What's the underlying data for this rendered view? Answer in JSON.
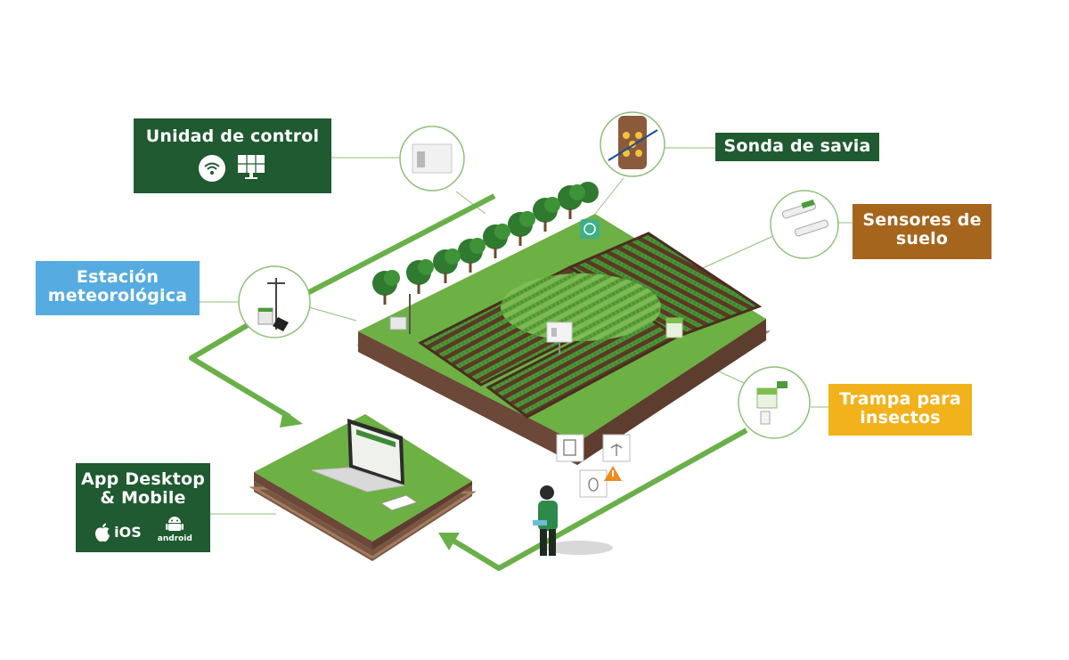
{
  "labels": {
    "control_unit": "Unidad de control",
    "sap_probe": "Sonda de savia",
    "soil_sensors_line1": "Sensores de",
    "soil_sensors_line2": "suelo",
    "weather_station_line1": "Estación",
    "weather_station_line2": "meteorológica",
    "insect_trap_line1": "Trampa para",
    "insect_trap_line2": "insectos",
    "app_line1": "App Desktop",
    "app_line2": "& Mobile",
    "ios": "iOS",
    "android": "android"
  },
  "icons": {
    "control_unit": [
      "wifi-icon",
      "solar-panel-icon"
    ],
    "app": [
      "apple-icon",
      "android-icon"
    ],
    "alerts": [
      "document-alert-icon",
      "plant-alert-icon",
      "bug-alert-icon",
      "warning-triangle-icon"
    ]
  },
  "colors": {
    "dark_green": "#1f5a30",
    "blue": "#56ace0",
    "brown": "#a6651d",
    "amber": "#f2b21b",
    "grass": "#6db044",
    "soil": "#5a3a26",
    "arrow_green": "#6ab048"
  }
}
